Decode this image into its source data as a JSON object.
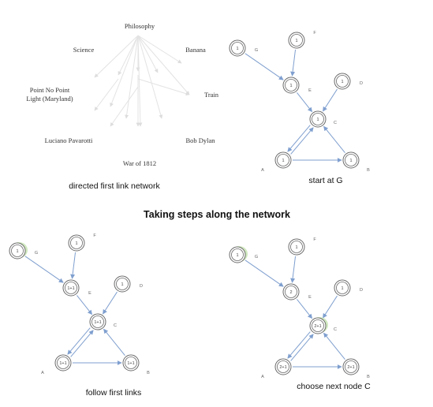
{
  "heading": "Taking steps along the network",
  "panels": [
    {
      "caption": "directed first link network",
      "words": [
        "Philosophy",
        "Science",
        "Banana",
        "Point No Point",
        "Light (Maryland)",
        "Train",
        "Luciano Pavarotti",
        "Bob Dylan",
        "War of 1812"
      ]
    },
    {
      "caption": "start at G",
      "nodes": {
        "G": {
          "value": "1",
          "letter": "G"
        },
        "F": {
          "value": "1",
          "letter": "F"
        },
        "E": {
          "value": "1",
          "letter": "E"
        },
        "D": {
          "value": "1",
          "letter": "D"
        },
        "C": {
          "value": "1",
          "letter": "C"
        },
        "A": {
          "value": "1",
          "letter": "A"
        },
        "B": {
          "value": "1",
          "letter": "B"
        }
      }
    },
    {
      "caption": "follow first links",
      "nodes": {
        "G": {
          "value": "1",
          "letter": "G",
          "highlight": true
        },
        "F": {
          "value": "1",
          "letter": "F"
        },
        "E": {
          "value": "1+1",
          "letter": "E"
        },
        "D": {
          "value": "1",
          "letter": "D"
        },
        "C": {
          "value": "1+1",
          "letter": "C"
        },
        "A": {
          "value": "1+1",
          "letter": "A"
        },
        "B": {
          "value": "1+1",
          "letter": "B"
        }
      }
    },
    {
      "caption": "choose next node C",
      "nodes": {
        "G": {
          "value": "1",
          "letter": "G",
          "highlight": true
        },
        "F": {
          "value": "1",
          "letter": "F"
        },
        "E": {
          "value": "2",
          "letter": "E"
        },
        "D": {
          "value": "1",
          "letter": "D"
        },
        "C": {
          "value": "2+1",
          "letter": "C",
          "highlight": true
        },
        "A": {
          "value": "2+1",
          "letter": "A"
        },
        "B": {
          "value": "2+1",
          "letter": "B"
        }
      }
    }
  ]
}
